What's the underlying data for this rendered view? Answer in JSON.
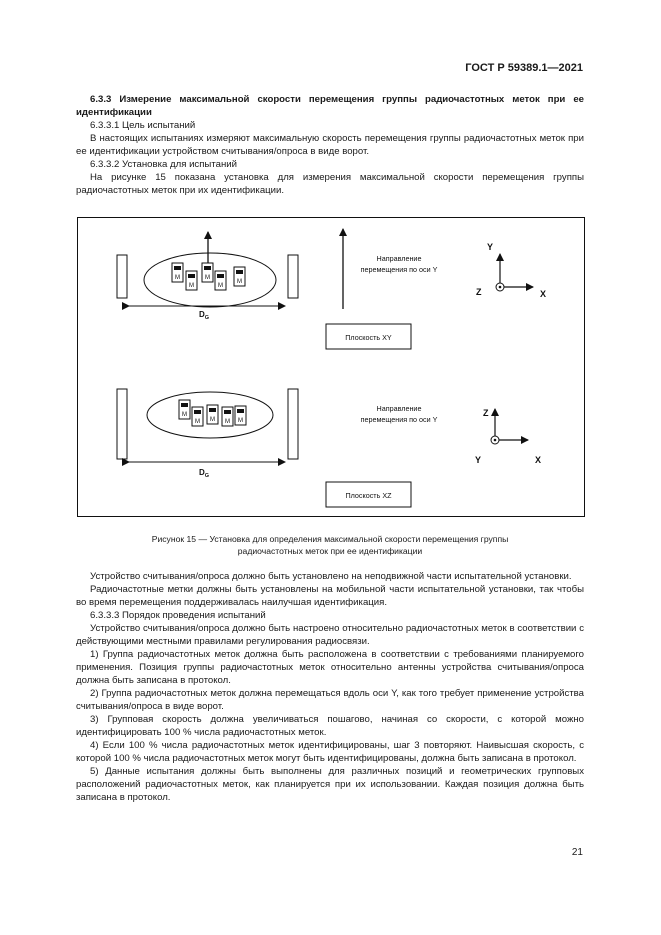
{
  "header": {
    "standard_number": "ГОСТ Р 59389.1—2021"
  },
  "section": {
    "heading": "6.3.3 Измерение максимальной скорости перемещения группы радиочастотных меток при ее идентификации",
    "p1": "6.3.3.1 Цель испытаний",
    "p2": "В настоящих испытаниях измеряют максимальную скорость перемещения группы радиочастот­ных меток при ее идентификации устройством считывания/опроса в виде ворот.",
    "p3": "6.3.3.2 Установка для испытаний",
    "p4": "На рисунке 15 показана установка для измерения максимальной скорости перемещения группы радиочастотных меток при их идентификации."
  },
  "figure": {
    "top": {
      "direction_line1": "Направление",
      "direction_line2": "перемещения по оси Y",
      "plane_label": "Плоскость XY",
      "dimension_label": "D",
      "dimension_sub": "G",
      "axis_y": "Y",
      "axis_z": "Z",
      "axis_x": "X"
    },
    "bottom": {
      "direction_line1": "Направление",
      "direction_line2": "перемещения по оси Y",
      "plane_label": "Плоскость XZ",
      "dimension_label": "D",
      "dimension_sub": "G",
      "axis_z": "Z",
      "axis_y": "Y",
      "axis_x": "X"
    },
    "tag_label": "M",
    "caption_line1": "Рисунок 15 — Установка для определения максимальной скорости перемещения группы",
    "caption_line2": "радиочастотных меток при ее идентификации"
  },
  "body": {
    "b1": "Устройство считывания/опроса должно быть установлено на неподвижной части испытательной установки.",
    "b2": "Радиочастотные метки должны быть установлены на мобильной части испытательной установки, так чтобы во время перемещения поддерживалась наилучшая идентификация.",
    "b3": "6.3.3.3 Порядок проведения испытаний",
    "b4": "Устройство считывания/опроса должно быть настроено относительно радиочастотных меток в со­ответствии с действующими местными правилами регулирования радиосвязи.",
    "b5": "1) Группа радиочастотных меток должна быть расположена в соответствии с требованиями пла­нируемого применения. Позиция группы радиочастотных меток относительно антенны устройства счи­тывания/опроса должна быть записана в протокол.",
    "b6": "2) Группа радиочастотных меток должна перемещаться вдоль оси Y, как того требует применение устройства считывания/опроса в виде ворот.",
    "b7": "3) Групповая скорость должна увеличиваться пошагово, начиная со скорости, с которой можно идентифицировать 100 % числа радиочастотных меток.",
    "b8": "4) Если 100 % числа радиочастотных меток идентифицированы, шаг 3 повторяют. Наивысшая скорость, с которой 100 % числа радиочастотных меток могут быть идентифицированы, должна быть записана в протокол.",
    "b9": "5) Данные испытания должны быть выполнены для различных позиций и геометрических груп­повых расположений радиочастотных меток, как планируется при их использовании. Каждая позиция должна быть записана в протокол."
  },
  "footer": {
    "page_number": "21"
  }
}
